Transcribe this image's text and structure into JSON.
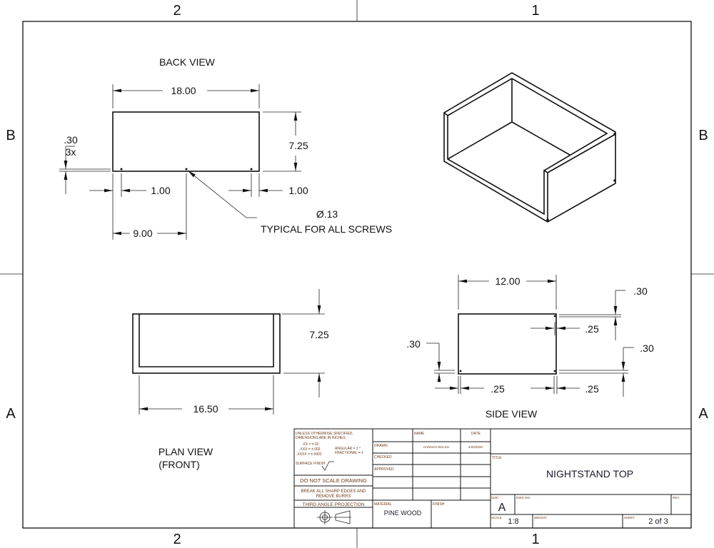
{
  "zones": {
    "top": [
      "2",
      "1"
    ],
    "side": [
      "B",
      "A"
    ]
  },
  "views": {
    "back": {
      "label": "BACK VIEW",
      "width": "18.00",
      "height": "7.25",
      "hole_offset": ".30",
      "hole_count": "3x",
      "edge_left": "1.00",
      "edge_right": "1.00",
      "center": "9.00",
      "hole_dia": "Ø.13",
      "hole_note": "TYPICAL FOR ALL SCREWS"
    },
    "plan": {
      "label": "PLAN VIEW",
      "sublabel": "(FRONT)",
      "height": "7.25",
      "width": "16.50"
    },
    "side": {
      "label": "SIDE VIEW",
      "width": "12.00",
      "top_right": ".30",
      "upper_right": ".25",
      "lower_right": ".30",
      "left": ".30",
      "bottom_left": ".25",
      "bottom_right": ".25"
    }
  },
  "title_block": {
    "notes": {
      "line1": "UNLESS OTHERWISE SPECIFIED,",
      "line2": "DIMENSIONS ARE IN INCHES",
      "tol_xx": ".XX = ±.02",
      "tol_xxx": ".XXX = ±.002",
      "tol_xxxx": ".XXXX = ±.0002",
      "angular": "ANGULAR = ± °",
      "fractional": "FRACTIONAL = ±",
      "surface": "SURFACE FINISH"
    },
    "do_not_scale": "DO NOT SCALE DRAWING",
    "break_edges_1": "BREAK ALL SHARP EDGES AND",
    "break_edges_2": "REMOVE BURRS",
    "projection": "THIRD ANGLE PROJECTION",
    "name_header": "NAME",
    "date_header": "DATE",
    "drawn_label": "DRAWN",
    "drawn_name": "HANNAH WALSH",
    "drawn_date": "4/20/2020",
    "checked_label": "CHECKED",
    "approved_label": "APPROVED",
    "material_label": "MATERIAL",
    "material": "PINE WOOD",
    "finish_label": "FINISH",
    "title_label": "TITLE",
    "title": "NIGHTSTAND TOP",
    "size_label": "SIZE",
    "size": "A",
    "dwg_label": "DWG NO.",
    "rev_label": "REV.",
    "scale_label": "SCALE",
    "scale": "1:8",
    "weight_label": "WEIGHT",
    "sheet_label": "SHEET",
    "sheet": "2 of 3"
  }
}
